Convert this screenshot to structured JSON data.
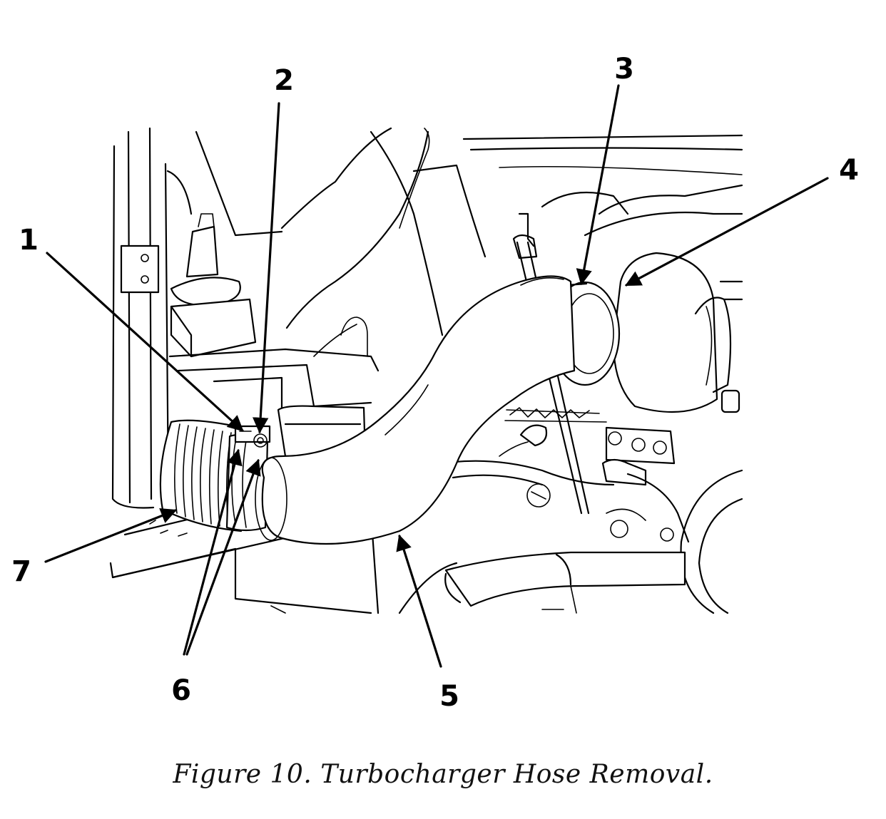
{
  "figure": {
    "caption": "Figure 10.  Turbocharger Hose Removal."
  },
  "callouts": [
    {
      "id": "1",
      "label": "1"
    },
    {
      "id": "2",
      "label": "2"
    },
    {
      "id": "3",
      "label": "3"
    },
    {
      "id": "4",
      "label": "4"
    },
    {
      "id": "5",
      "label": "5"
    },
    {
      "id": "6",
      "label": "6"
    },
    {
      "id": "7",
      "label": "7"
    }
  ]
}
